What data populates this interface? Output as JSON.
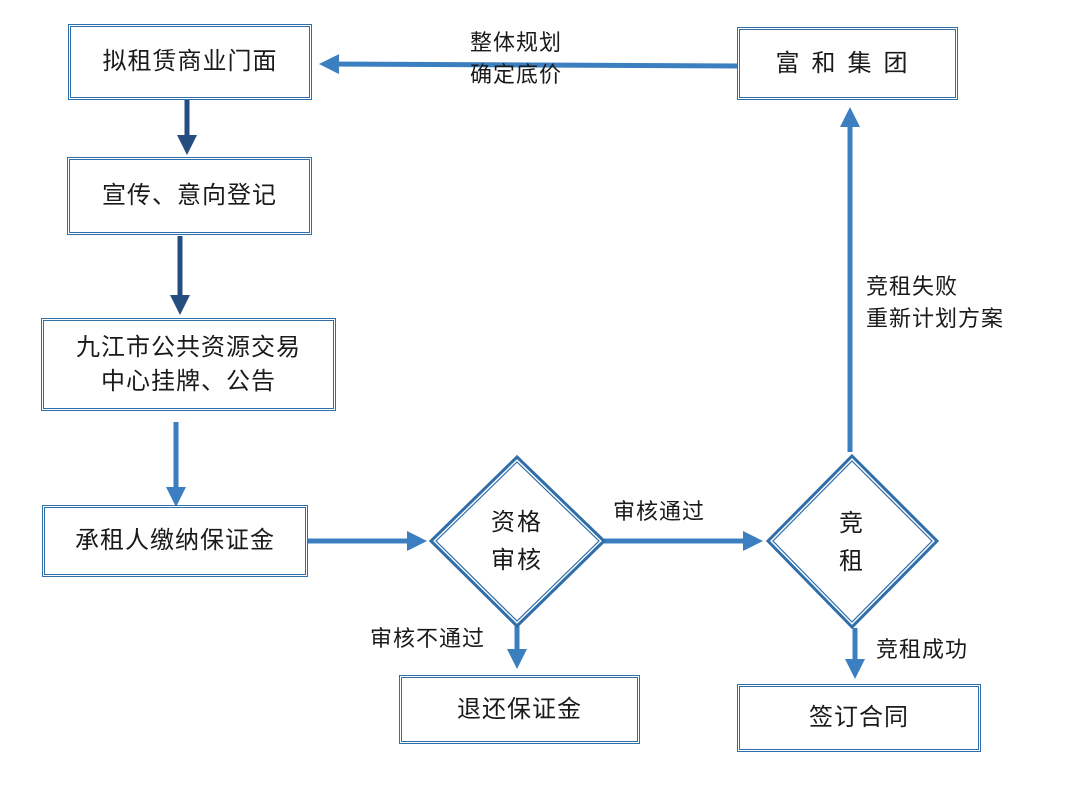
{
  "nodes": {
    "proposal": "拟租赁商业门面",
    "promotion": "宣传、意向登记",
    "listing": [
      "九江市公共资源交易",
      "中心挂牌、公告"
    ],
    "deposit": "承租人缴纳保证金",
    "review": [
      "资格",
      "审核"
    ],
    "bidding": [
      "竞",
      "租"
    ],
    "refund": "退还保证金",
    "contract": "签订合同",
    "group": "富和集团"
  },
  "edges": {
    "plan": [
      "整体规划",
      "确定底价"
    ],
    "review_pass": "审核通过",
    "review_fail": "审核不通过",
    "bid_success": "竞租成功",
    "bid_fail": [
      "竞租失败",
      "重新计划方案"
    ]
  },
  "colors": {
    "border": "#2f6ea9",
    "arrow_dark": "#234e7f",
    "arrow_light": "#3b7fc0"
  }
}
